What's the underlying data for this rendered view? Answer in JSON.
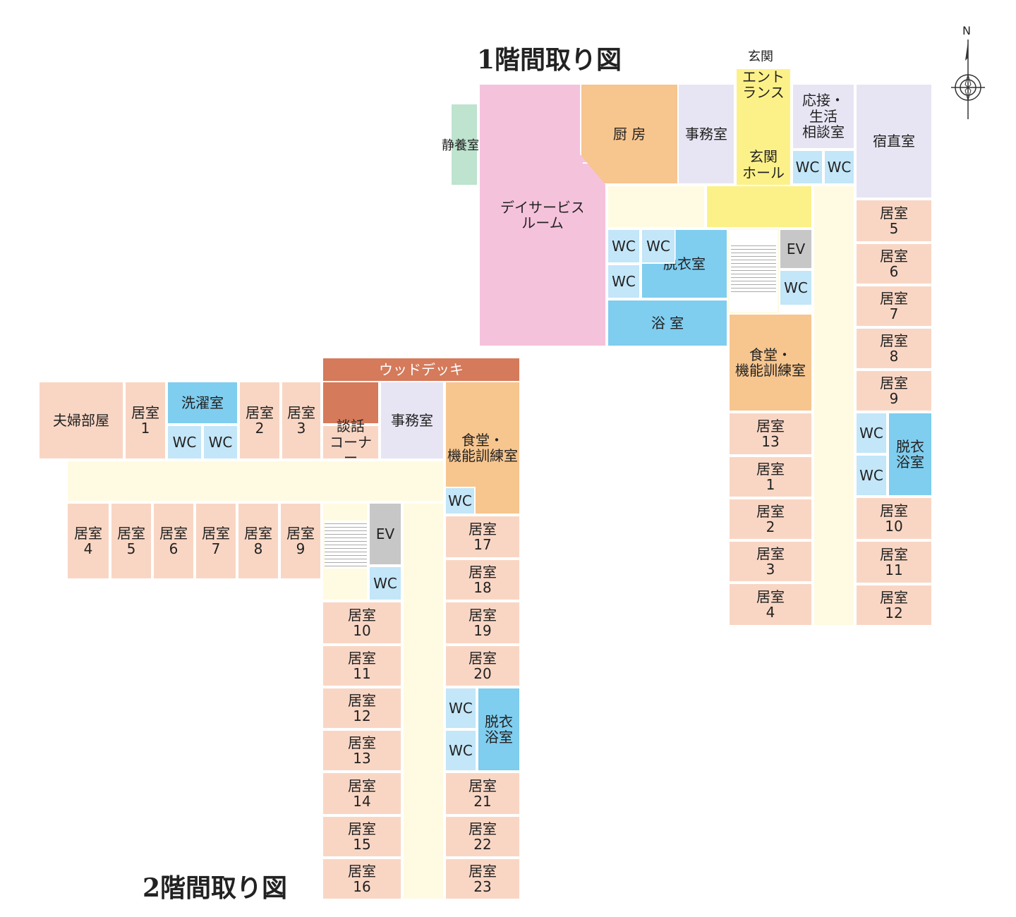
{
  "floor1": {
    "title": "1階間取り図",
    "entrance_label": "玄関",
    "rooms": {
      "entrance": "エント\nランス",
      "reception": "応接・\n生活\n相談室",
      "night_duty": "宿直室",
      "quiet": "静養室",
      "day_service": "デイサービス\nルーム",
      "kitchen": "厨 房",
      "office": "事務室",
      "hall": "玄関\nホール",
      "wc": "WC",
      "ev": "EV",
      "changing": "脱衣室",
      "bath": "浴 室",
      "dining": "食堂・\n機能訓練室",
      "changing_bath": "脱衣\n浴室"
    },
    "residents_right": [
      "居室\n5",
      "居室\n6",
      "居室\n7",
      "居室\n8",
      "居室\n9"
    ],
    "residents_right_lower": [
      "居室\n10",
      "居室\n11",
      "居室\n12"
    ],
    "residents_left": [
      "居室\n13",
      "居室\n1",
      "居室\n2",
      "居室\n3",
      "居室\n4"
    ]
  },
  "floor2": {
    "title": "2階間取り図",
    "rooms": {
      "wood_deck": "ウッドデッキ",
      "couple": "夫婦部屋",
      "laundry": "洗濯室",
      "talk": "談話\nコーナー",
      "office": "事務室",
      "dining": "食堂・\n機能訓練室",
      "wc": "WC",
      "ev": "EV",
      "changing_bath": "脱衣\n浴室"
    },
    "top_row": [
      "居室\n1",
      "居室\n2",
      "居室\n3"
    ],
    "mid_row": [
      "居室\n4",
      "居室\n5",
      "居室\n6",
      "居室\n7",
      "居室\n8",
      "居室\n9"
    ],
    "left_col": [
      "居室\n10",
      "居室\n11",
      "居室\n12",
      "居室\n13",
      "居室\n14",
      "居室\n15",
      "居室\n16"
    ],
    "right_col_upper": [
      "居室\n17",
      "居室\n18",
      "居室\n19",
      "居室\n20"
    ],
    "right_col_lower": [
      "居室\n21",
      "居室\n22",
      "居室\n23"
    ]
  },
  "compass": {
    "north_label": "N"
  }
}
